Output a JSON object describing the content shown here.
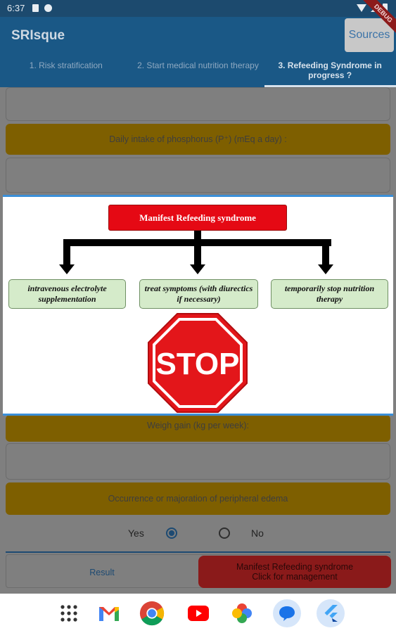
{
  "status_bar": {
    "time": "6:37"
  },
  "app_bar": {
    "title": "SRIsque",
    "sources_label": "Sources",
    "debug_label": "DEBUG"
  },
  "tabs": [
    {
      "label": "1. Risk stratification",
      "active": false
    },
    {
      "label": "2. Start medical nutrition therapy",
      "active": false
    },
    {
      "label": "3. Refeeding Syndrome in progress ?",
      "active": true
    }
  ],
  "form": {
    "phosphorus_label": "Daily intake of phosphorus (P⁺) (mEq a day) :",
    "weight_label": "Weigh gain (kg per week):",
    "edema_label": "Occurrence or majoration of peripheral edema",
    "edema_options": [
      {
        "label": "Yes",
        "selected": true
      },
      {
        "label": "No",
        "selected": false
      }
    ],
    "result_label": "Result",
    "manifest_button": {
      "line1": "Manifest Refeeding syndrome",
      "line2": "Click for management"
    }
  },
  "dialog": {
    "header": "Manifest Refeeding syndrome",
    "actions": [
      "intravenous electrolyte supplementation",
      "treat symptoms (with diurectics if necessary)",
      "temporarily stop nutrition therapy"
    ],
    "stop_sign": "STOP"
  },
  "dock": {
    "apps": [
      "apps-grid-icon",
      "gmail-icon",
      "chrome-icon",
      "youtube-icon",
      "photos-icon",
      "messages-icon",
      "flutter-icon"
    ]
  },
  "colors": {
    "app_bar": "#1a5886",
    "banner": "#f9bb00",
    "stop_red": "#e3161a",
    "header_red": "#e50914",
    "action_green": "#d5ebca",
    "dialog_border": "#3a8fd8"
  }
}
